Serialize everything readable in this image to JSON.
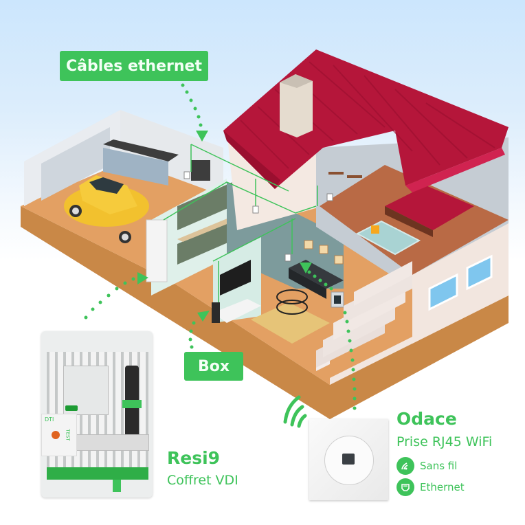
{
  "labels": {
    "cables": "Câbles ethernet",
    "box": "Box"
  },
  "products": {
    "resi9": {
      "title": "Resi9",
      "subtitle": "Coffret VDI",
      "panel_labels": {
        "dti": "DTI",
        "test": "TEST"
      }
    },
    "odace": {
      "title": "Odace",
      "subtitle": "Prise RJ45 WiFi",
      "features": [
        {
          "icon": "wifi-icon",
          "label": "Sans fil"
        },
        {
          "icon": "ethernet-port-icon",
          "label": "Ethernet"
        }
      ]
    }
  },
  "colors": {
    "accent_green": "#3ec35a",
    "roof_red": "#b5163a",
    "floor_orange": "#e3a063",
    "sky_blue": "#cce6fd"
  }
}
